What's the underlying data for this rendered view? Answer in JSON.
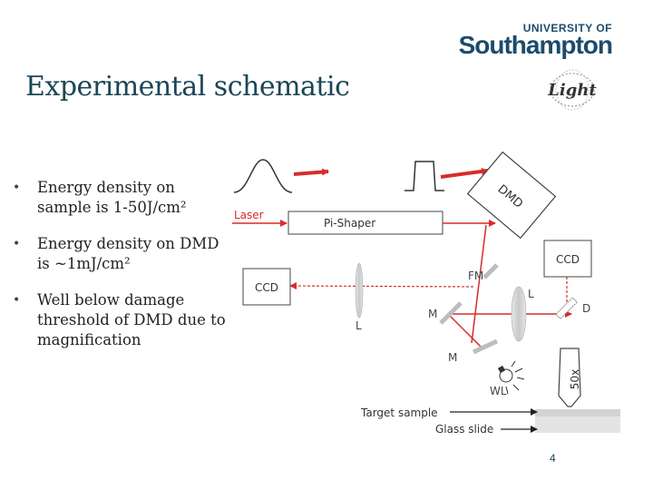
{
  "slide": {
    "title": "Experimental schematic",
    "logo": {
      "university_of": "UNIVERSITY OF",
      "name": "Southampton",
      "sub_logo": "Light"
    },
    "bullets": [
      {
        "text": "Energy density on sample is 1-50J/cm²"
      },
      {
        "text": "Energy density on DMD is ~1mJ/cm²"
      },
      {
        "text": "Well below damage threshold of DMD due to magnification"
      }
    ],
    "page_number": "4"
  },
  "schematic": {
    "labels": {
      "laser": "Laser",
      "pi_shaper": "Pi-Shaper",
      "dmd": "DMD",
      "ccd_left": "CCD",
      "ccd_right": "CCD",
      "fm": "FM",
      "m_top": "M",
      "m_bottom": "M",
      "l_center": "L",
      "l_right": "L",
      "d": "D",
      "wl": "WL",
      "objective": "50x",
      "target_sample": "Target sample",
      "glass_slide": "Glass slide"
    },
    "colors": {
      "beam": "#d92b2b",
      "optics": "#cfcfcf",
      "outline": "#666666",
      "label": "#444444"
    }
  }
}
